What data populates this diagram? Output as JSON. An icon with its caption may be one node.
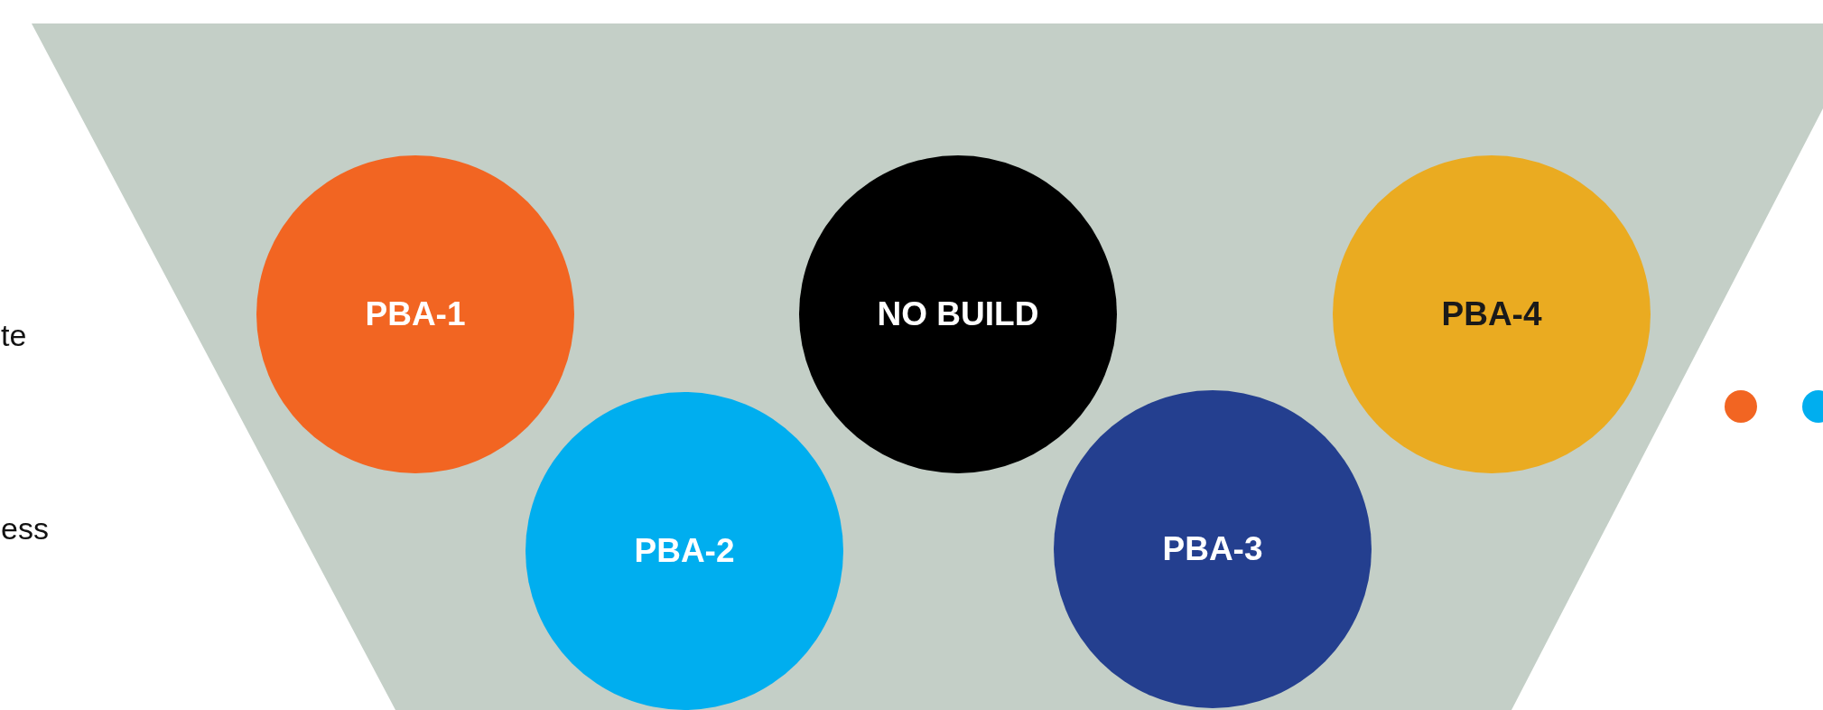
{
  "diagram": {
    "nodes": [
      {
        "text": [
          "PBA-1"
        ]
      },
      {
        "text": [
          "PBA-2"
        ]
      },
      {
        "text": [
          "NO BUILD"
        ]
      },
      {
        "text": [
          "PBA-3"
        ]
      },
      {
        "text": [
          "PBA-4"
        ]
      }
    ],
    "labels": [
      "te",
      "ess"
    ]
  }
}
